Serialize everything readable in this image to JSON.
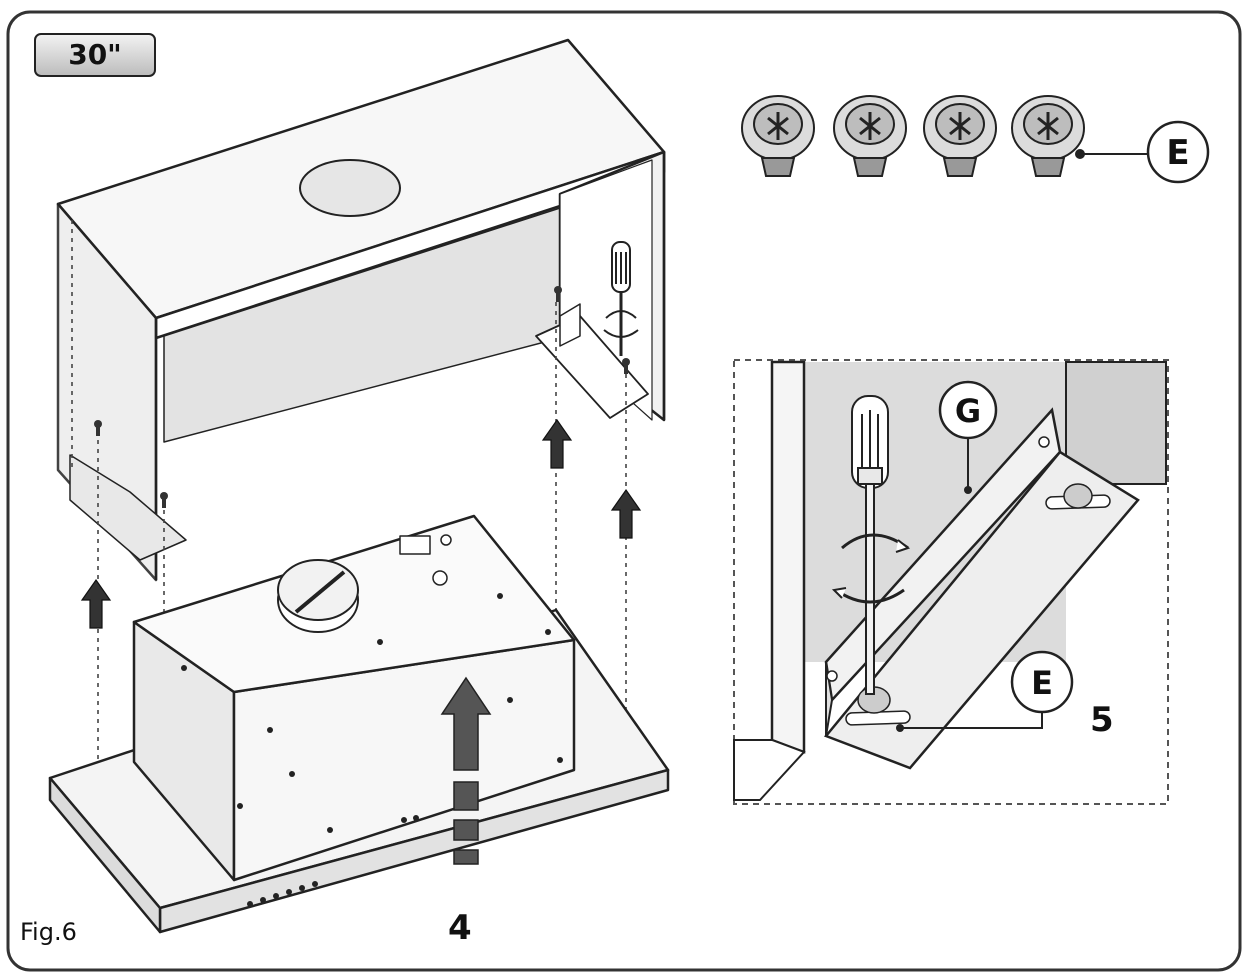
{
  "size_badge": "30\"",
  "callouts": {
    "screws": "E",
    "bracket": "G",
    "detail_screw": "E"
  },
  "steps": {
    "main": "4",
    "detail": "5"
  },
  "figure_caption": "Fig.6"
}
